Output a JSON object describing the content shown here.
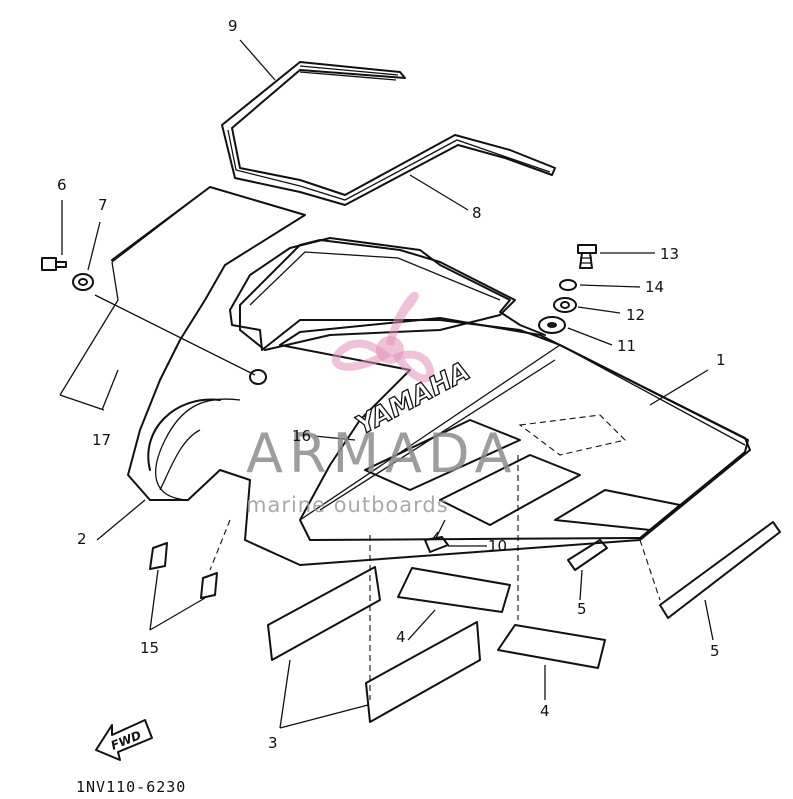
{
  "diagram": {
    "brand_text": "YAMAHA",
    "fwd_text": "FWD",
    "drawing_code": "1NV110-6230",
    "watermark": {
      "title": "ARMADA",
      "subtitle": "marine outboards",
      "accent_color": "#e48fb9"
    },
    "part_labels": {
      "p1": "1",
      "p2": "2",
      "p3": "3",
      "p4a": "4",
      "p4b": "4",
      "p5a": "5",
      "p5b": "5",
      "p6": "6",
      "p7": "7",
      "p8": "8",
      "p9": "9",
      "p10": "10",
      "p11": "11",
      "p12": "12",
      "p13": "13",
      "p14": "14",
      "p15": "15",
      "p16": "16",
      "p17": "17"
    }
  }
}
